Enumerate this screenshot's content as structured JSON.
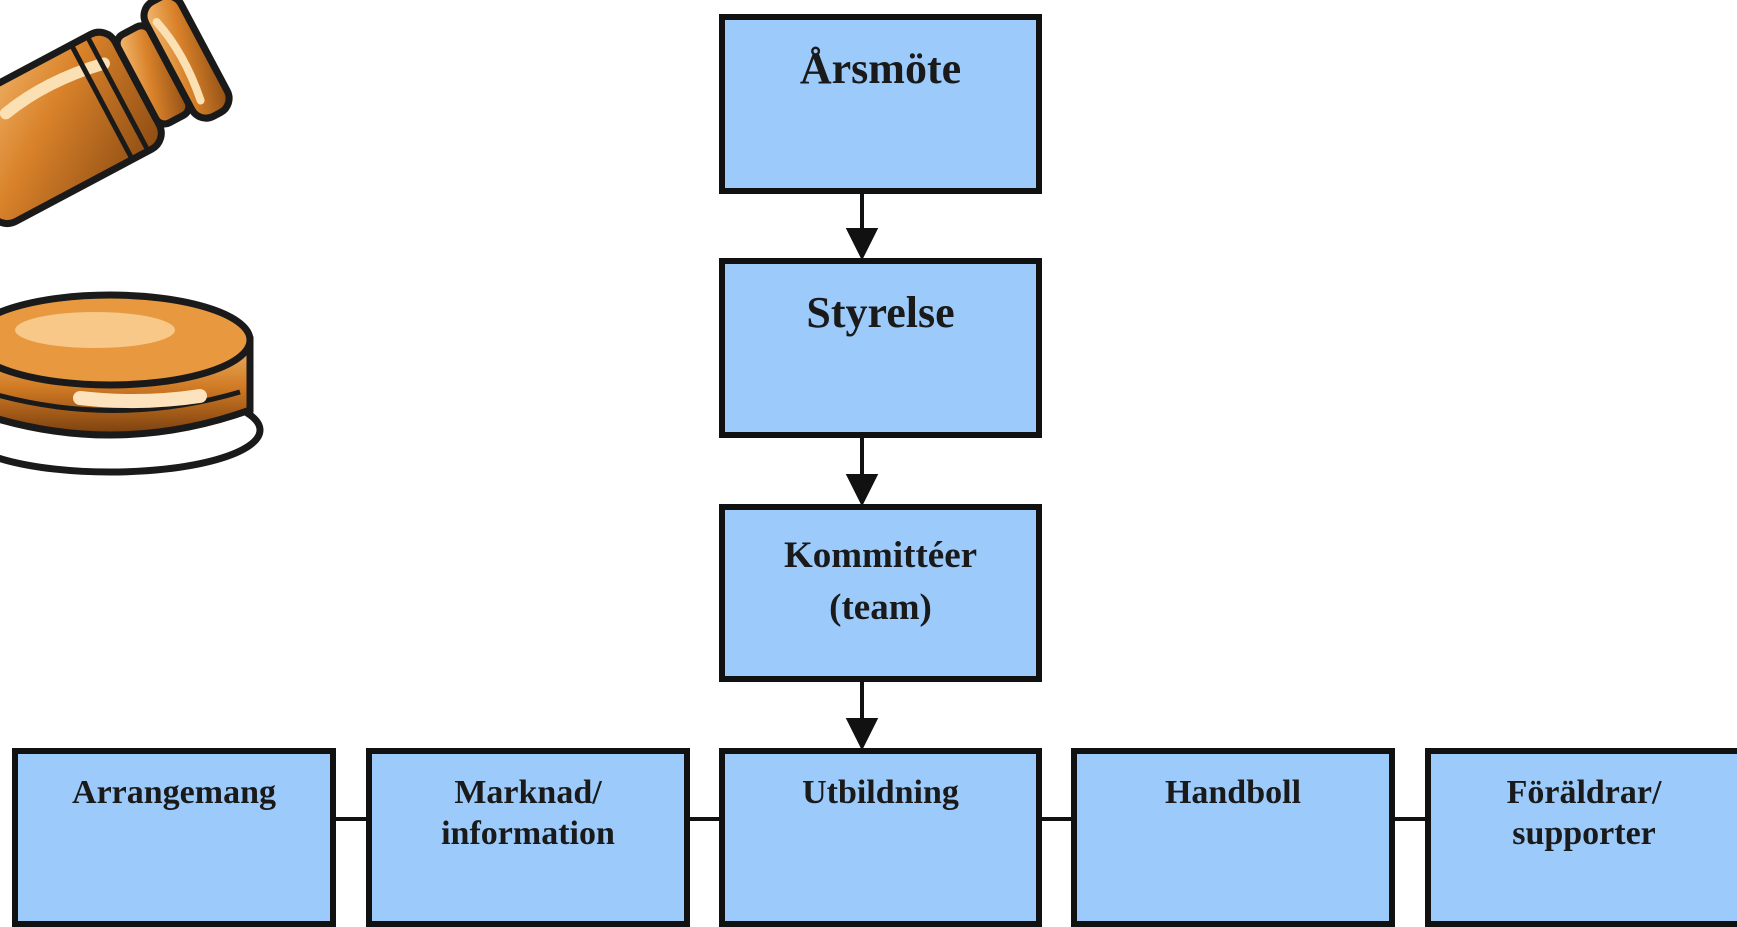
{
  "colors": {
    "box_fill": "#9ccbfb",
    "box_border": "#111111",
    "connector": "#111111",
    "text": "#1a1a1a"
  },
  "decoration": {
    "icon": "gavel-icon"
  },
  "chain": [
    {
      "id": "arsmote",
      "label": "Årsmöte"
    },
    {
      "id": "styrelse",
      "label": "Styrelse"
    },
    {
      "id": "kommitteer",
      "label": "Kommittéer\n(team)"
    }
  ],
  "teams": [
    {
      "id": "arrangemang",
      "label": "Arrangemang"
    },
    {
      "id": "marknad",
      "label": "Marknad/\ninformation"
    },
    {
      "id": "utbildning",
      "label": "Utbildning"
    },
    {
      "id": "handboll",
      "label": "Handboll"
    },
    {
      "id": "foraldrar",
      "label": "Föräldrar/\nsupporter"
    }
  ]
}
